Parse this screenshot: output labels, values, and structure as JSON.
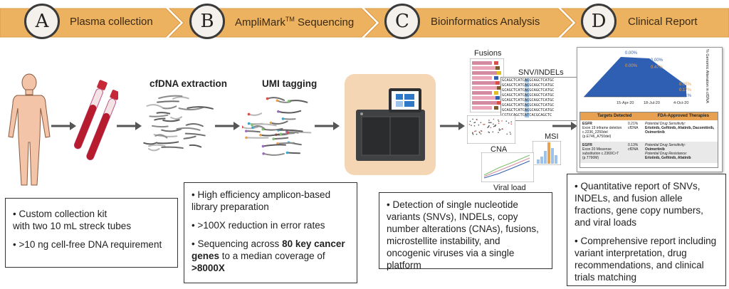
{
  "steps": [
    {
      "letter": "A",
      "label": "Plasma collection"
    },
    {
      "letter": "B",
      "label": "AmpliMark",
      "label_sup": "TM",
      "label_after": " Sequencing"
    },
    {
      "letter": "C",
      "label": "Bioinformatics Analysis"
    },
    {
      "letter": "D",
      "label": "Clinical Report"
    }
  ],
  "stage_labels": {
    "cfdna": "cfDNA extraction",
    "umi": "UMI tagging",
    "fusions": "Fusions",
    "snv": "SNV/INDELs",
    "msi": "MSI",
    "cna": "CNA",
    "viral": "Viral load"
  },
  "snv_seq": [
    "GCAGCTCATCACGCAGCTCATGC",
    "GCAGCTCATCACGCAGCTCATGC",
    "GCAGCTCATCACGCAGCTCATGC",
    "GCAGCTCATCACGCAGCTCATGC",
    "GCAGCTCATCACGCAGCTCATGC",
    "GCAGCTCATCACGCAGCTCATGC",
    "GCAGCTCATCACGCAGCTCATGC",
    "CGTGCAGCTCATCACGCAGCTC"
  ],
  "report": {
    "chart_pcts_left": [
      "0.00%",
      "0.00%",
      "1.12%"
    ],
    "chart_pcts_right_top": [
      "0.00%",
      "0.47%"
    ],
    "chart_pcts_right": [
      "0.55%",
      "0.05%",
      "0.17%",
      "0.21%"
    ],
    "dates": [
      "15-Apr-20",
      "18-Jul-20",
      "4-Oct-20"
    ],
    "axis_label": "% Genomic Alteration in cfDNA",
    "table_headers": [
      "Targets Detected",
      "FDA-Approved Therapies"
    ],
    "rows": [
      {
        "gene": "EGFR",
        "desc": "Exon 19 inframe deletion c.2236_2250del (p.E746_A750del)",
        "pct": "0.21%",
        "src": "cfDNA",
        "therapy_title": "Potential Drug Sensitivity:",
        "therapy": "Erlotinib, Gefitinib, Afatinib, Dacomitinib, Osimertinib"
      },
      {
        "gene": "EGFR",
        "desc": "Exon 20 Missense substitution c.2369C>T (p.T790M)",
        "pct": "0.13%",
        "src": "cfDNA",
        "therapy_title": "Potential Drug Sensitivity:",
        "therapy": "Osimertinib",
        "therapy_title2": "Potential Drug Resistance:",
        "therapy2": "Erlotinib, Gefitinib, Afatinib"
      }
    ]
  },
  "boxes": {
    "a": [
      "• Custom collection kit\nwith two 10 mL streck tubes",
      "• >10 ng cell-free DNA requirement"
    ],
    "b": [
      {
        "pre": "• High efficiency amplicon-based library preparation"
      },
      {
        "pre": "• >100X reduction in error rates"
      },
      {
        "pre": "• Sequencing across ",
        "bold1": "80 key cancer genes",
        "mid": " to a median coverage of ",
        "bold2": ">8000X"
      }
    ],
    "c": [
      "• Detection of single nucleotide variants (SNVs), INDELs, copy number alterations (CNAs), fusions, microstellite instability, and oncogenic viruses via a single platform"
    ],
    "d": [
      "• Quantitative report of SNVs, INDELs, and fusion allele fractions, gene copy numbers, and viral loads",
      "• Comprehensive report including variant interpretation, drug recommendations, and clinical trials matching"
    ]
  },
  "colors": {
    "chevron": "#edb25f",
    "chevron_edge": "#d99a45",
    "blood": "#b71c2e",
    "report_blue": "#2f5fb3",
    "table_orange": "#e8a150"
  }
}
